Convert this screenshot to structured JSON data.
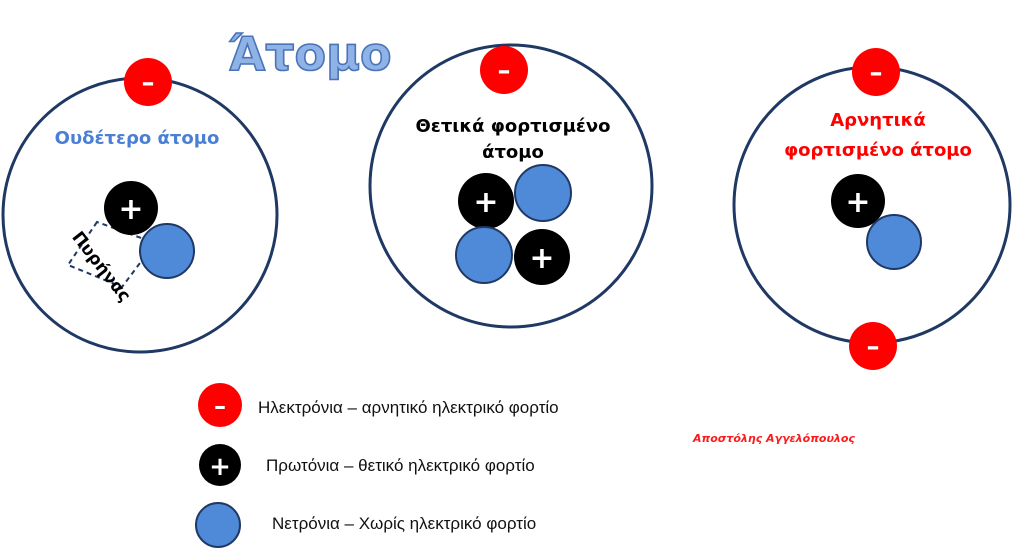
{
  "title": "Άτομο",
  "atoms": [
    {
      "label": "Ουδέτερο άτομο",
      "label_color": "#4a7fd4",
      "nucleus_label": "Πυρήνας"
    },
    {
      "label_line1": "Θετικά φορτισμένο",
      "label_line2": "άτομο",
      "label_color": "#000000"
    },
    {
      "label_line1": "Αρνητικά",
      "label_line2": "φορτισμένο άτομο",
      "label_color": "#ff0000"
    }
  ],
  "particle_symbols": {
    "electron": "–",
    "proton": "+"
  },
  "legend": {
    "electron": "Ηλεκτρόνια – αρνητικό ηλεκτρικό φορτίο",
    "proton": "Πρωτόνια – θετικό ηλεκτρικό φορτίο",
    "neutron": "Νετρόνια – Χωρίς ηλεκτρικό φορτίο"
  },
  "author": "Αποστόλης Αγγελόπουλος",
  "colors": {
    "electron": "#ff0000",
    "proton": "#000000",
    "neutron": "#4f8ad8",
    "orbit": "#1f3864",
    "title_fill": "#8fb3e6",
    "title_stroke": "#4a73b8"
  }
}
